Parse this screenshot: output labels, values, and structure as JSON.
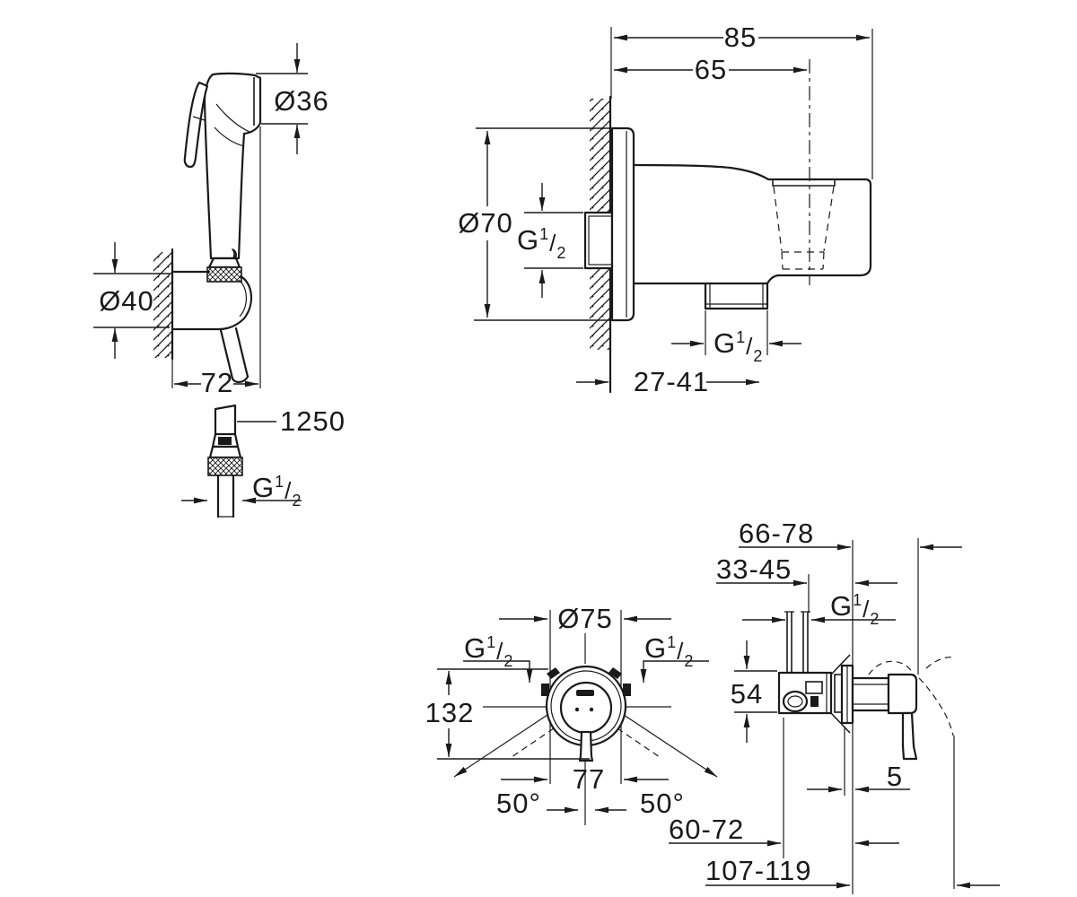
{
  "meta": {
    "type": "technical-dimension-drawing",
    "subject": "hand shower with wall holder, wall union and concealed mixer valve",
    "ink_color": "#1a1a1a",
    "background_color": "#ffffff"
  },
  "thread": {
    "base": "G",
    "sup": "1",
    "slash": "/",
    "sub": "2"
  },
  "views": {
    "hand_shower": {
      "label": "hand-shower-side-view",
      "dims": {
        "head_d": "Ø36",
        "holder_d": "Ø40",
        "holder_w": "72",
        "hose_len": "1250"
      }
    },
    "wall_union": {
      "label": "wall-union-side-view",
      "dims": {
        "total": "85",
        "to_holder": "65",
        "escutcheon_d": "Ø70",
        "wall_depth": "27-41"
      }
    },
    "mixer_front": {
      "label": "mixer-front-view",
      "dims": {
        "escutcheon_d": "Ø75",
        "height": "132",
        "width": "77",
        "angle_left": "50°",
        "angle_right": "50°"
      }
    },
    "mixer_side": {
      "label": "mixer-side-view",
      "dims": {
        "depth_max": "66-78",
        "depth_min": "33-45",
        "body_h": "54",
        "plate_t": "5",
        "lever_d1": "60-72",
        "lever_d2": "107-119"
      }
    }
  }
}
